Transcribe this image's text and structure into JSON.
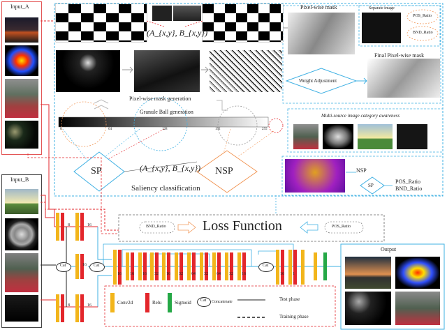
{
  "input_a": {
    "label": "Input_A"
  },
  "input_b": {
    "label": "Input_B"
  },
  "top": {
    "formula_1": "(A_{x,y}, B_{x,y})",
    "formula_2": "(A_{x,y}, B_{x,y})",
    "pixel_mask_generation": "Pixel-wise mask generation",
    "granule_ball": "Granule Ball generation",
    "sp": "SP",
    "nsp": "NSP",
    "saliency": "Saliency classification",
    "ticks": [
      "0",
      "64",
      "128",
      "192",
      "255"
    ]
  },
  "right_panel": {
    "pixel_wise_mask": "Pixel-wise mask",
    "separate_image": "Separate image",
    "pos_ratio": "POS_Ratio",
    "bnd_ratio": "BND_Ratio",
    "weight_adjustment": "Weight Adjustment",
    "final_mask": "Final Pixel-wise mask",
    "multi_source": "Multi-source image category awareness",
    "nsp": "NSP",
    "sp": "SP",
    "pos_ratio_2": "POS_Ratio",
    "bnd_ratio_2": "BND_Ratio"
  },
  "loss": {
    "title": "Loss Function",
    "bnd_ratio": "BND_Ratio",
    "pos_ratio": "POS_Ratio"
  },
  "network": {
    "enc_top": [
      "8",
      "16"
    ],
    "enc_bot": [
      "8",
      "16"
    ],
    "cat_labels": [
      "Cat",
      "Cat",
      "Cat"
    ],
    "enc_mid": "16",
    "dec": [
      "16",
      "16",
      "16",
      "32",
      "16",
      "32",
      "64",
      "32",
      "64",
      "32",
      "16",
      "16",
      "1"
    ]
  },
  "output": {
    "label": "Output"
  },
  "legend": {
    "conv2d": "Conv2d",
    "relu": "Relu",
    "sigmoid": "Sigmoid",
    "cat": "Cat",
    "concatenate": "Concatenate",
    "test_phase": "Test phase",
    "training_phase": "Training phase"
  },
  "colors": {
    "conv": "#f2b51b",
    "relu": "#e3262b",
    "sigmoid": "#25a846",
    "blue": "#3fb0e3",
    "orange": "#f29a5c"
  }
}
